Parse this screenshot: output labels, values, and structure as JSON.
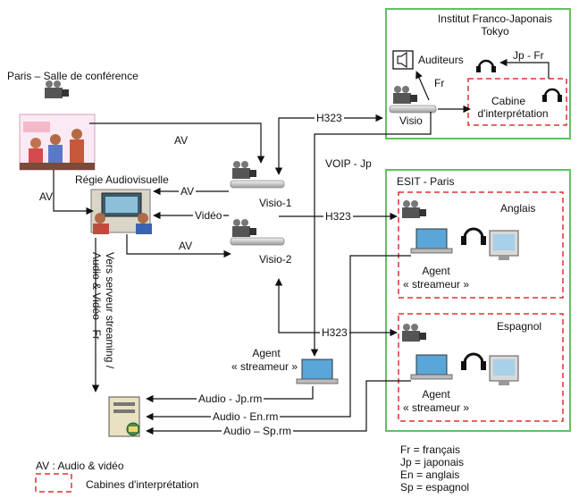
{
  "diagram": {
    "paris_title": "Paris – Salle de conférence",
    "regie_title": "Régie Audiovisuelle",
    "tokyo": {
      "title_line1": "Institut Franco-Japonais",
      "title_line2": "Tokyo",
      "auditeurs": "Auditeurs",
      "visio": "Visio",
      "cabine_line1": "Cabine",
      "cabine_line2": "d'interprétation",
      "jp_fr": "Jp - Fr",
      "fr": "Fr"
    },
    "esit": {
      "title": "ESIT - Paris",
      "anglais": "Anglais",
      "espagnol": "Espagnol",
      "agent_line1": "Agent",
      "agent_line2": "« streameur »"
    },
    "visio1": "Visio-1",
    "visio2": "Visio-2",
    "paris_agent_line1": "Agent",
    "paris_agent_line2": "« streameur »",
    "arrows": {
      "av_top": "AV",
      "av_left": "AV",
      "av_visio1": "AV",
      "video": "Vidéo",
      "av_visio2": "AV",
      "h323_tokyo": "H323",
      "voip_jp": "VOIP - Jp",
      "h323_anglais": "H323",
      "h323_espagnol": "H323",
      "audio_jp": "Audio - Jp.rm",
      "audio_en": "Audio - En.rm",
      "audio_sp": "Audio – Sp.rm",
      "vers_line1": "Vers serveur streaming /",
      "vers_line2": "Audio & Vidéo - Fr"
    },
    "legend": {
      "av_label": "AV : Audio & vidéo",
      "cabines_label": "Cabines d'interprétation"
    },
    "languages": [
      "Fr = français",
      "Jp = japonais",
      "En = anglais",
      "Sp = espagnol"
    ]
  },
  "colors": {
    "green_box": "#5cc45c",
    "red_dash": "#e03030",
    "arrow": "#111111"
  }
}
